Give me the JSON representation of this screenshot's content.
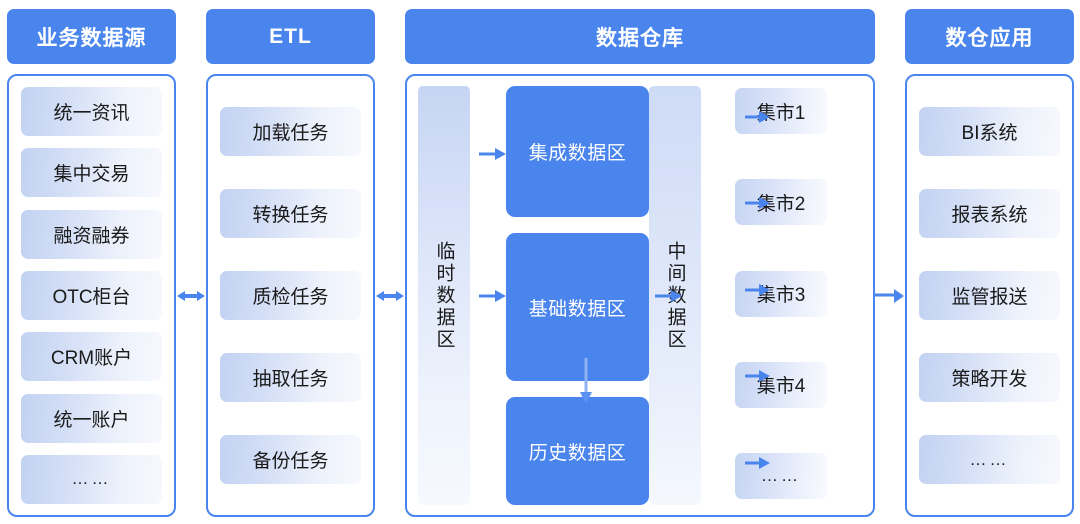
{
  "columns": {
    "source": {
      "title": "业务数据源",
      "items": [
        {
          "label": "统一资讯"
        },
        {
          "label": "集中交易"
        },
        {
          "label": "融资融券"
        },
        {
          "label": "OTC柜台"
        },
        {
          "label": "CRM账户"
        },
        {
          "label": "统一账户"
        },
        {
          "label": "……"
        }
      ]
    },
    "etl": {
      "title": "ETL",
      "items": [
        {
          "label": "加载任务"
        },
        {
          "label": "转换任务"
        },
        {
          "label": "质检任务"
        },
        {
          "label": "抽取任务"
        },
        {
          "label": "备份任务"
        }
      ]
    },
    "warehouse": {
      "title": "数据仓库",
      "temp_zone": "临时数据区",
      "middle_zone": "中间数据区",
      "zones": [
        {
          "label": "集成数据区"
        },
        {
          "label": "基础数据区"
        },
        {
          "label": "历史数据区"
        }
      ],
      "markets": [
        {
          "label": "集市1"
        },
        {
          "label": "集市2"
        },
        {
          "label": "集市3"
        },
        {
          "label": "集市4"
        },
        {
          "label": "……"
        }
      ]
    },
    "application": {
      "title": "数仓应用",
      "items": [
        {
          "label": "BI系统"
        },
        {
          "label": "报表系统"
        },
        {
          "label": "监管报送"
        },
        {
          "label": "策略开发"
        },
        {
          "label": "……"
        }
      ]
    }
  },
  "connectors": [
    {
      "name": "source-to-etl",
      "type": "bidirectional"
    },
    {
      "name": "etl-to-warehouse",
      "type": "bidirectional"
    },
    {
      "name": "warehouse-to-application",
      "type": "unidirectional"
    },
    {
      "name": "temp-to-integrated",
      "type": "unidirectional"
    },
    {
      "name": "temp-to-base",
      "type": "unidirectional"
    },
    {
      "name": "base-to-history",
      "type": "unidirectional-down"
    },
    {
      "name": "base-to-middle",
      "type": "unidirectional"
    },
    {
      "name": "middle-to-market",
      "type": "unidirectional"
    }
  ],
  "colors": {
    "primary_blue": "#4a85ee",
    "header_text": "#ffffff",
    "chip_text": "#1a1a1a",
    "background": "#ffffff"
  }
}
